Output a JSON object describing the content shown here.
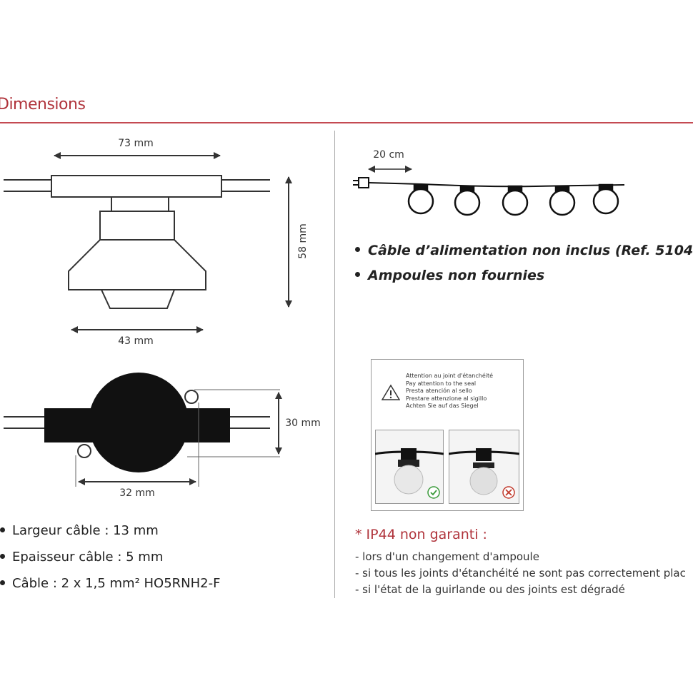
{
  "header": {
    "title": "Dimensions"
  },
  "dimensions": {
    "top_width": "73 mm",
    "height": "58 mm",
    "base_width": "43 mm",
    "side_height": "30 mm",
    "side_width": "32 mm",
    "spacing": "20 cm"
  },
  "specs": [
    "Largeur câble : 13 mm",
    "Epaisseur câble : 5 mm",
    "Câble : 2 x 1,5 mm² HO5RNH2-F"
  ],
  "notes": [
    "Câble d’alimentation non inclus (Ref. 5104",
    "Ampoules non fournies"
  ],
  "warning_label": {
    "lines": [
      "Attention au joint d'étanchéité",
      "Pay attention to the seal",
      "Presta atención al sello",
      "Prestare attenzione al sigillo",
      "Achten Sie auf das Siegel"
    ]
  },
  "ip44": {
    "title": "* IP44 non garanti :",
    "lines": [
      "- lors d'un changement d'ampoule",
      "- si tous les joints d'étanchéité ne sont pas correctement plac",
      "- si l'état de la guirlande ou des joints est dégradé"
    ]
  },
  "colors": {
    "accent": "#b0343c",
    "rule": "#c44a52",
    "ok": "#3a9a3a",
    "bad": "#c0392b"
  }
}
